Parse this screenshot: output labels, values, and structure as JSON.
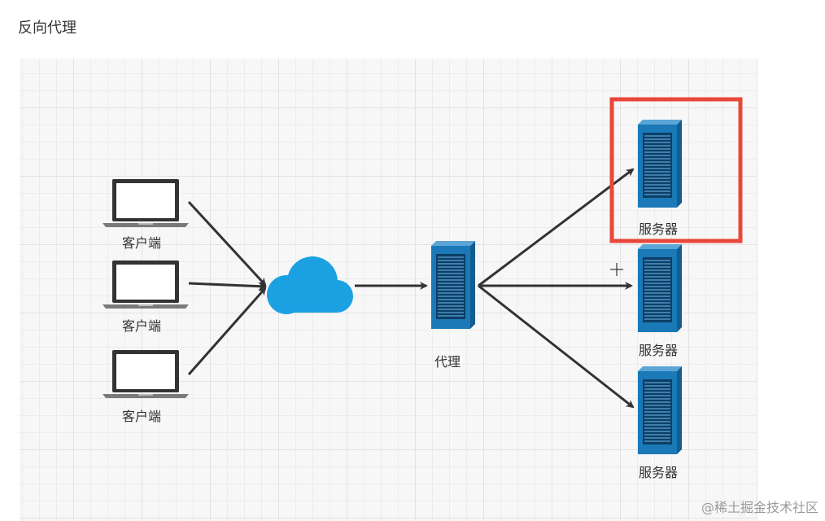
{
  "page": {
    "title": "反向代理"
  },
  "diagram": {
    "clients": [
      {
        "label": "客户端"
      },
      {
        "label": "客户端"
      },
      {
        "label": "客户端"
      }
    ],
    "proxy": {
      "label": "代理"
    },
    "servers": [
      {
        "label": "服务器",
        "highlighted": true
      },
      {
        "label": "服务器",
        "highlighted": false
      },
      {
        "label": "服务器",
        "highlighted": false
      }
    ]
  },
  "colors": {
    "server_blue": "#1b79b8",
    "cloud_blue": "#1ba1e2",
    "highlight_red": "#e8473a",
    "arrow": "#333333"
  },
  "watermark": {
    "text": "@稀土掘金技术社区"
  }
}
